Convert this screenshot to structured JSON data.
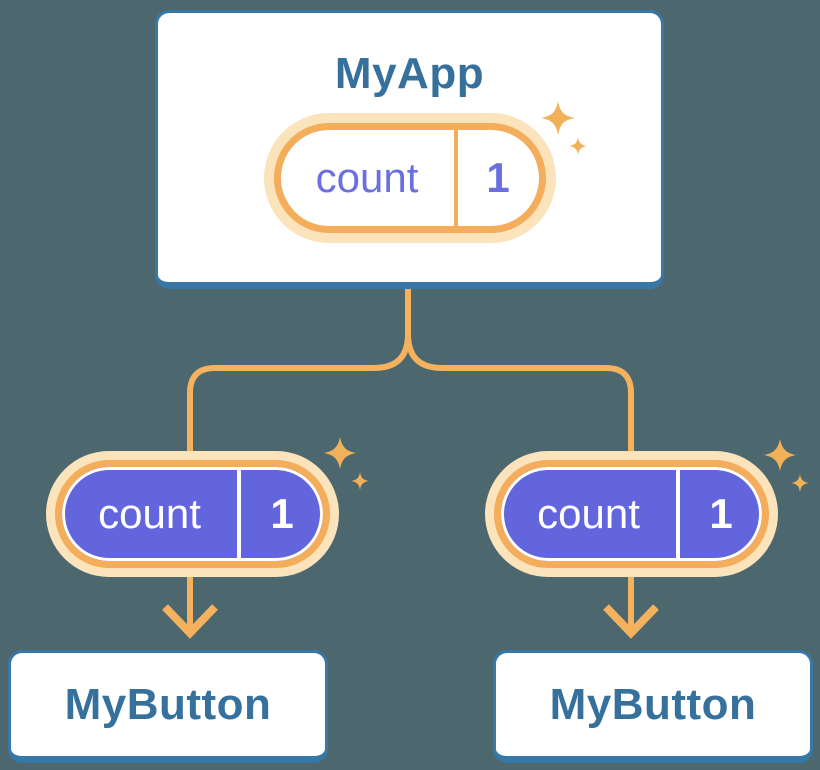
{
  "diagram": {
    "root": {
      "label": "MyApp",
      "state": {
        "key": "count",
        "value": "1"
      }
    },
    "children": [
      {
        "label": "MyButton",
        "state": {
          "key": "count",
          "value": "1"
        }
      },
      {
        "label": "MyButton",
        "state": {
          "key": "count",
          "value": "1"
        }
      }
    ]
  },
  "colors": {
    "background": "#4D676E",
    "card_bg": "#FFFFFF",
    "card_border": "#3878A6",
    "node_label": "#35719C",
    "pill_ring": "#F3AD5B",
    "pill_halo": "#FBE3BC",
    "pill_fill_light": "#FFFFFF",
    "pill_fill_purple": "#6265DC",
    "pill_text_purple": "#6A70DF",
    "pill_text_light": "#FFFFFF",
    "connector": "#F4B25E",
    "sparkle": "#F2B159"
  }
}
